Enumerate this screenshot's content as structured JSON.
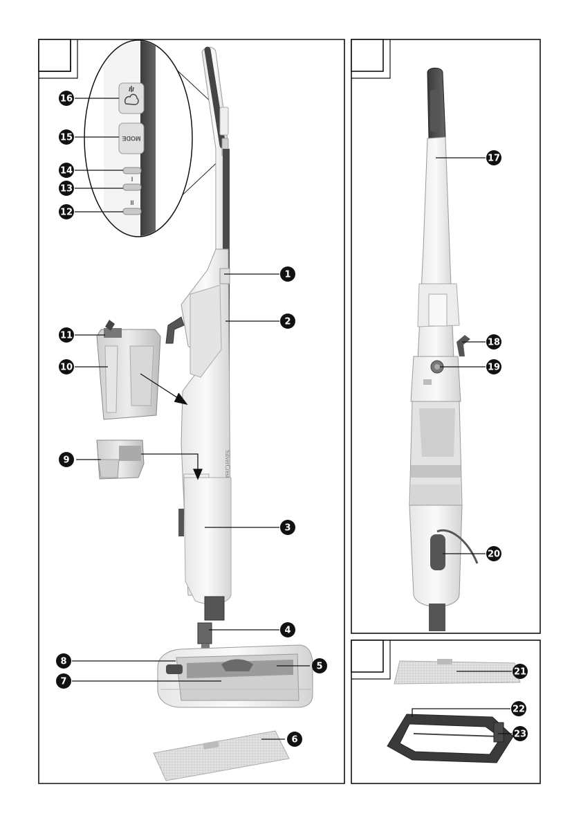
{
  "callouts": [
    {
      "id": "c1",
      "num": "1"
    },
    {
      "id": "c2",
      "num": "2"
    },
    {
      "id": "c3",
      "num": "3"
    },
    {
      "id": "c4",
      "num": "4"
    },
    {
      "id": "c5",
      "num": "5"
    },
    {
      "id": "c6",
      "num": "6"
    },
    {
      "id": "c7",
      "num": "7"
    },
    {
      "id": "c8",
      "num": "8"
    },
    {
      "id": "c9",
      "num": "9"
    },
    {
      "id": "c10",
      "num": "10"
    },
    {
      "id": "c11",
      "num": "11"
    },
    {
      "id": "c12",
      "num": "12"
    },
    {
      "id": "c13",
      "num": "13"
    },
    {
      "id": "c14",
      "num": "14"
    },
    {
      "id": "c15",
      "num": "15"
    },
    {
      "id": "c16",
      "num": "16"
    },
    {
      "id": "c17",
      "num": "17"
    },
    {
      "id": "c18",
      "num": "18"
    },
    {
      "id": "c19",
      "num": "19"
    },
    {
      "id": "c20",
      "num": "20"
    },
    {
      "id": "c21",
      "num": "21"
    },
    {
      "id": "c22",
      "num": "22"
    },
    {
      "id": "c23",
      "num": "23"
    }
  ],
  "device": {
    "brand": "SilverCrest",
    "mode_button": "MODE",
    "level_1": "I",
    "level_2": "II"
  }
}
